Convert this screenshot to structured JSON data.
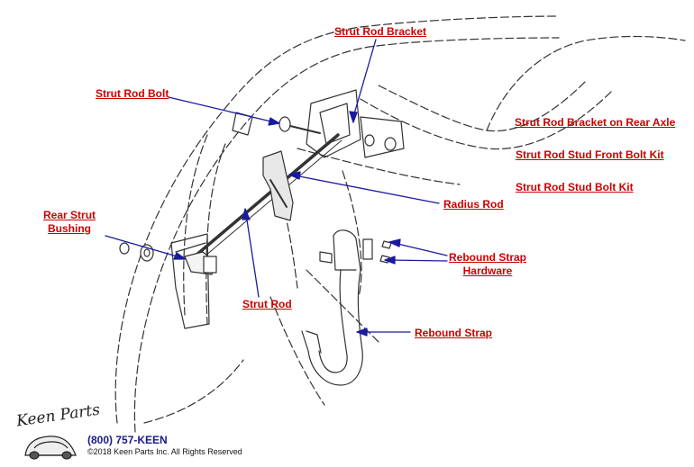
{
  "diagram": {
    "callouts": {
      "strut_rod_bracket": "Strut Rod Bracket",
      "strut_rod_bolt": "Strut Rod Bolt",
      "bracket_rear_axle": "Strut Rod Bracket on Rear Axle",
      "stud_front_bolt_kit": "Strut Rod Stud Front Bolt Kit",
      "stud_bolt_kit": "Strut Rod Stud Bolt Kit",
      "radius_rod": "Radius Rod",
      "rear_strut_bushing_1": "Rear Strut",
      "rear_strut_bushing_2": "Bushing",
      "rebound_strap_hardware_1": "Rebound Strap",
      "rebound_strap_hardware_2": "Hardware",
      "strut_rod": "Strut Rod",
      "rebound_strap": "Rebound Strap"
    },
    "colors": {
      "label": "#cc0000",
      "arrow": "#1a1a9e",
      "drawing": "#333333"
    }
  },
  "footer": {
    "brand_script": "Keen Parts",
    "phone": "(800) 757-KEEN",
    "copyright": "©2018 Keen Parts Inc. All Rights Reserved"
  }
}
